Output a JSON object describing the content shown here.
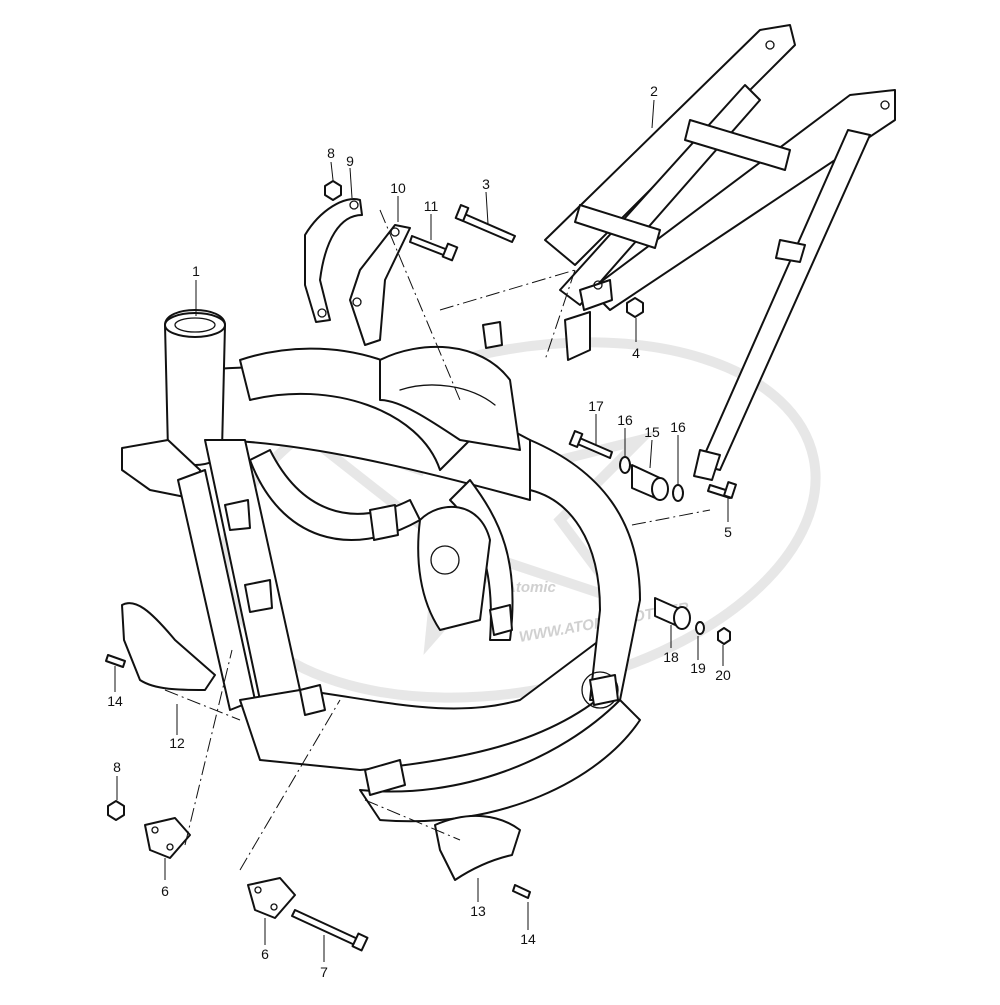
{
  "watermark": {
    "url_text": "WWW.ATOMICMOTO.FR",
    "logo_text": "Atomic"
  },
  "callouts": [
    {
      "id": "c1",
      "label": "1"
    },
    {
      "id": "c2",
      "label": "2"
    },
    {
      "id": "c3",
      "label": "3"
    },
    {
      "id": "c4",
      "label": "4"
    },
    {
      "id": "c5",
      "label": "5"
    },
    {
      "id": "c6a",
      "label": "6"
    },
    {
      "id": "c6b",
      "label": "6"
    },
    {
      "id": "c7",
      "label": "7"
    },
    {
      "id": "c8a",
      "label": "8"
    },
    {
      "id": "c8b",
      "label": "8"
    },
    {
      "id": "c9",
      "label": "9"
    },
    {
      "id": "c10",
      "label": "10"
    },
    {
      "id": "c11",
      "label": "11"
    },
    {
      "id": "c12",
      "label": "12"
    },
    {
      "id": "c13",
      "label": "13"
    },
    {
      "id": "c14a",
      "label": "14"
    },
    {
      "id": "c14b",
      "label": "14"
    },
    {
      "id": "c15",
      "label": "15"
    },
    {
      "id": "c16a",
      "label": "16"
    },
    {
      "id": "c16b",
      "label": "16"
    },
    {
      "id": "c17",
      "label": "17"
    },
    {
      "id": "c18",
      "label": "18"
    },
    {
      "id": "c19",
      "label": "19"
    },
    {
      "id": "c20",
      "label": "20"
    }
  ]
}
